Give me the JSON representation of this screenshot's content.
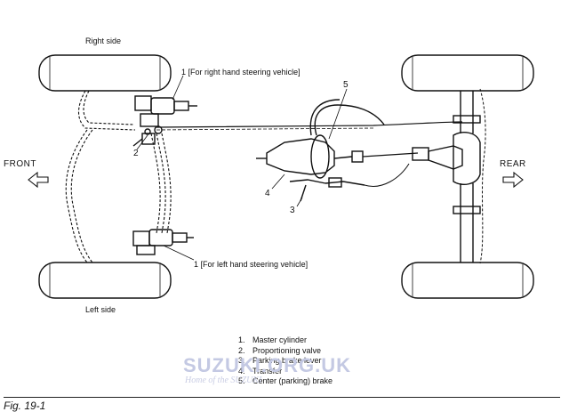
{
  "labels": {
    "right_side": "Right side",
    "left_side": "Left side",
    "front": "FRONT",
    "rear": "REAR",
    "callout_right": "1 [For right hand steering vehicle]",
    "callout_left": "1 [For left hand steering vehicle]"
  },
  "callouts": [
    "1",
    "2",
    "3",
    "4",
    "5"
  ],
  "legend": [
    {
      "num": "1.",
      "text": "Master cylinder"
    },
    {
      "num": "2.",
      "text": "Proportioning valve"
    },
    {
      "num": "3.",
      "text": "Parking brake lever"
    },
    {
      "num": "4.",
      "text": "Transfer"
    },
    {
      "num": "5.",
      "text": "Center (parking) brake"
    }
  ],
  "figure_caption": "Fig. 19-1",
  "watermark": {
    "logo_text": "SUZUKI.ORG.UK",
    "tagline": "Home of the SUZUKI"
  },
  "colors": {
    "line": "#111111",
    "watermark": "#c4c9e3"
  }
}
